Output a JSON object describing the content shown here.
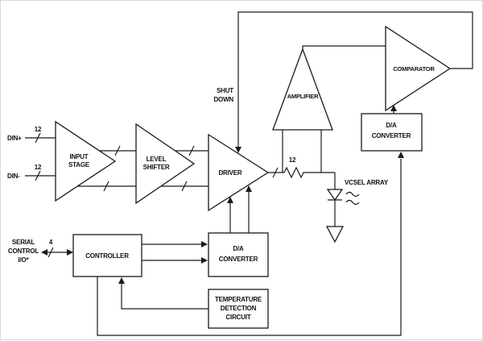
{
  "diagram": {
    "background": "#ffffff",
    "line_color": "#1a1a1a",
    "inputs": {
      "din_plus": "DIN+",
      "din_plus_bus": "12",
      "din_minus": "DIN-",
      "din_minus_bus": "12"
    },
    "blocks": {
      "input_stage": {
        "line1": "INPUT",
        "line2": "STAGE"
      },
      "level_shifter": {
        "line1": "LEVEL",
        "line2": "SHIFTER"
      },
      "driver": {
        "label": "DRIVER"
      },
      "amplifier": {
        "label": "AMPLIFIER"
      },
      "comparator": {
        "label": "COMPARATOR"
      },
      "dac_top": {
        "line1": "D/A",
        "line2": "CONVERTER"
      },
      "dac_mid": {
        "line1": "D/A",
        "line2": "CONVERTER"
      },
      "controller": {
        "label": "CONTROLLER"
      },
      "temp_circuit": {
        "line1": "TEMPERATURE",
        "line2": "DETECTION",
        "line3": "CIRCUIT"
      }
    },
    "signals": {
      "shutdown": {
        "line1": "SHUT",
        "line2": "DOWN"
      },
      "output_bus": "12",
      "vcsel_array": "VCSEL ARRAY",
      "serial": {
        "line1": "SERIAL",
        "line2": "CONTROL",
        "line3": "I/O*",
        "bus": "4"
      }
    }
  }
}
